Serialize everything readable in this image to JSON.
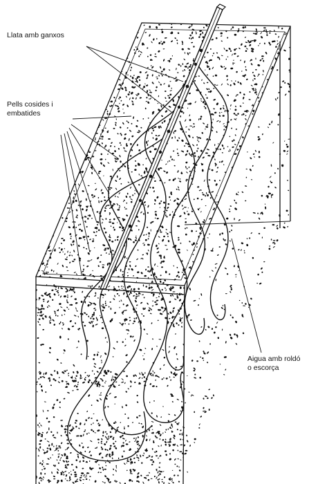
{
  "labels": {
    "llata": "Llata amb ganxos",
    "pells_line1": "Pells cosides i",
    "pells_line2": "embatides",
    "aigua_line1": "Aigua amb roldó",
    "aigua_line2": "o escorça"
  },
  "colors": {
    "ink": "#111111",
    "paper": "#ffffff"
  }
}
